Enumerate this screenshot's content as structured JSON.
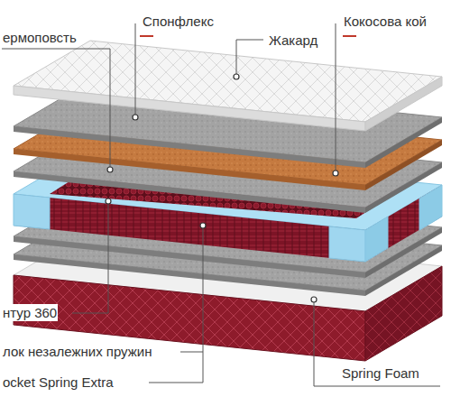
{
  "diagram": {
    "labels": [
      "ермоповсть",
      "Спонфлекс",
      "Жакард",
      "Кокосова кой",
      "нтур 360",
      "лок незалежних пружин",
      "ocket Spring Extra",
      "Spring Foam"
    ]
  }
}
